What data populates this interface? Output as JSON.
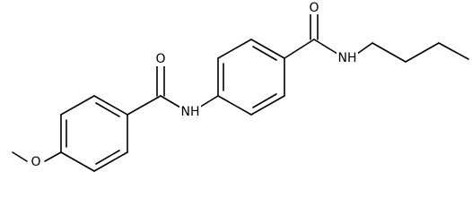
{
  "atoms": {
    "o_methoxy": "O",
    "o_amide_left": "O",
    "nh_left": "NH",
    "o_amide_right": "O",
    "nh_right": "NH"
  },
  "colors": {
    "bond": "#000000",
    "label": "#000000",
    "background": "#ffffff"
  }
}
